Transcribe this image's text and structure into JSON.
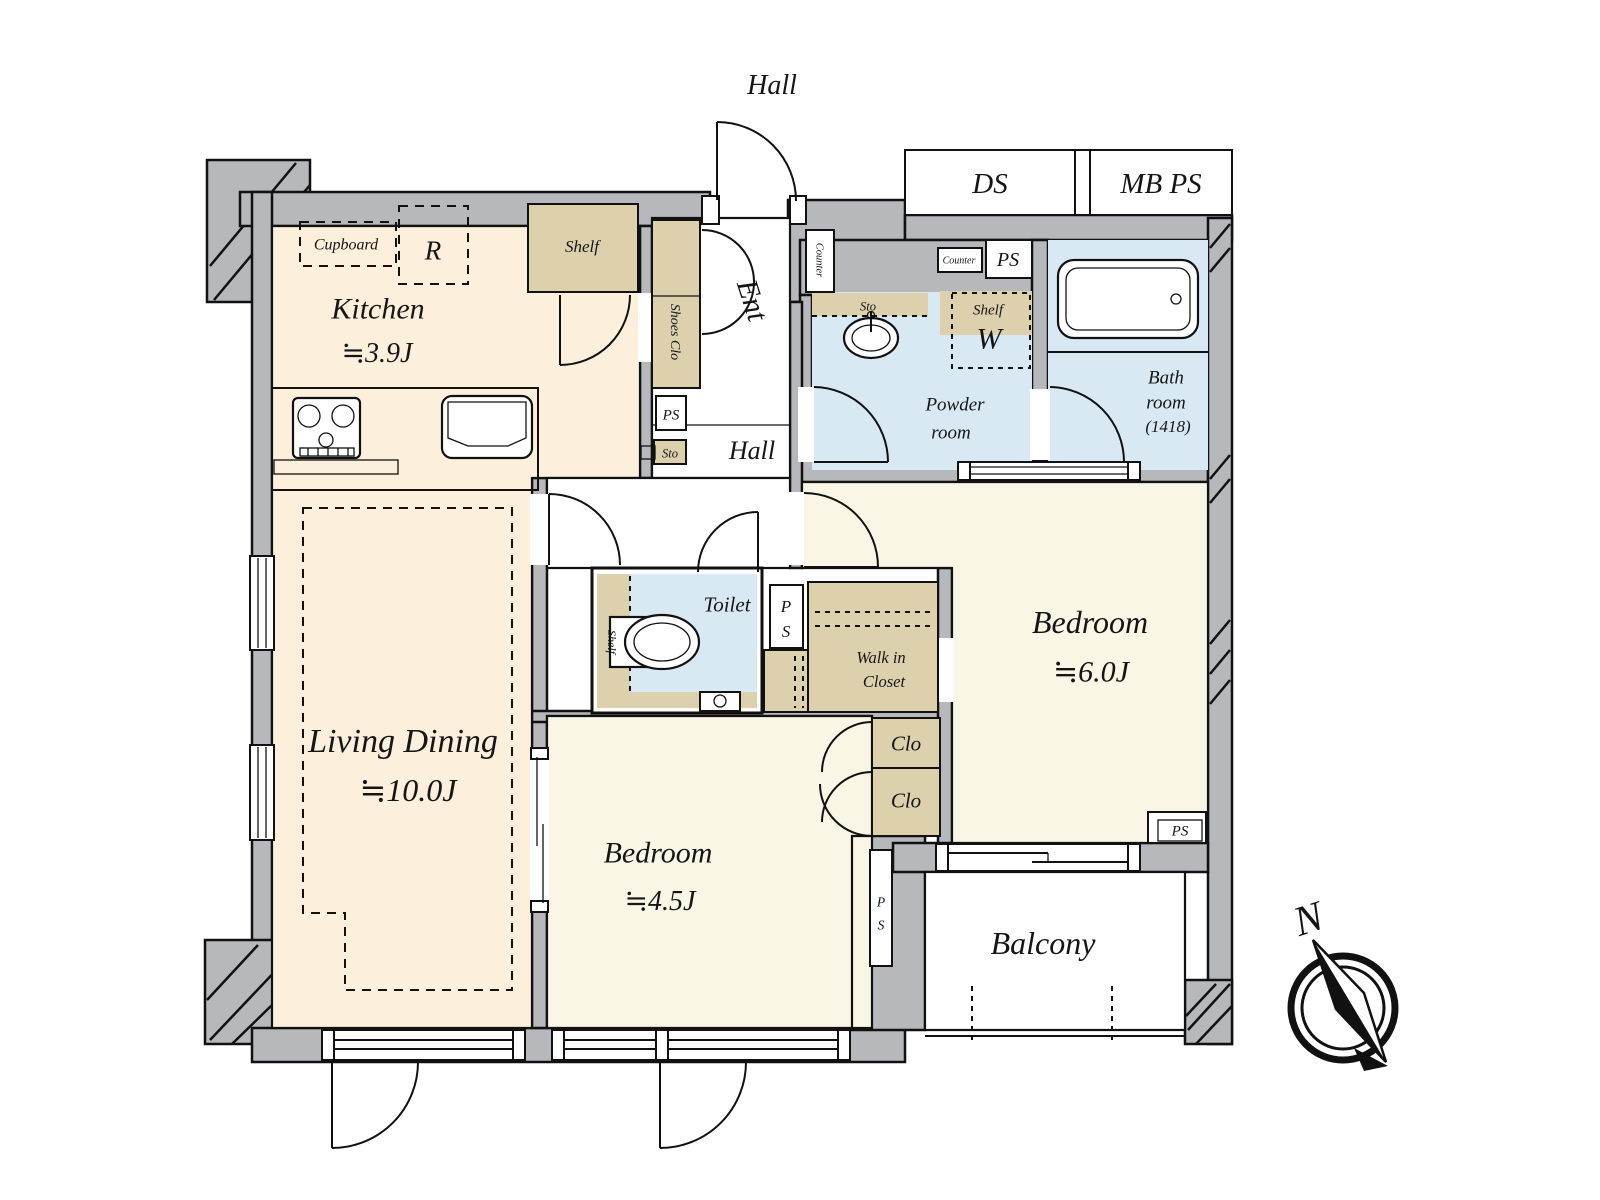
{
  "plan_type": "apartment-floor-plan",
  "colors": {
    "wall": "#b7b8bc",
    "floorWarm": "#fcf0dc",
    "floorPale": "#faf6e6",
    "water": "#d9e9f4",
    "storage": "#ddd1ad",
    "line": "#111111"
  },
  "labels": {
    "hall_top": "Hall",
    "hall_center": "Hall",
    "ds": "DS",
    "mb_ps": "MB PS",
    "ps_bath": "PS",
    "counter_bath": "Counter",
    "counter_entrance": "Counter",
    "ent": "Ent",
    "shoes_clo": "Shoes Clo",
    "cupboard": "Cupboard",
    "fridge": "R",
    "shelf_kitchen": "Shelf",
    "ps_kitchen": "PS",
    "sto_kitchen": "Sto",
    "sto_powder": "Sto",
    "shelf_powder": "Shelf",
    "washer": "W",
    "toilet": "Toilet",
    "shelf_toilet": "Shelf",
    "ps_toilet_p": "P",
    "ps_toilet_s": "S",
    "wic_line1": "Walk in",
    "wic_line2": "Closet",
    "clo_upper": "Clo",
    "clo_lower": "Clo",
    "ps_bedroom": "PS",
    "ps_balcony_p": "P",
    "ps_balcony_s": "S",
    "compass_north": "N"
  },
  "rooms": {
    "kitchen": {
      "name": "Kitchen",
      "area": "≒3.9J"
    },
    "living_dining": {
      "name": "Living Dining",
      "area": "≒10.0J"
    },
    "bedroom_main": {
      "name": "Bedroom",
      "area": "≒6.0J"
    },
    "bedroom_second": {
      "name": "Bedroom",
      "area": "≒4.5J"
    },
    "powder_room": {
      "line1": "Powder",
      "line2": "room"
    },
    "bath_room": {
      "line1": "Bath",
      "line2": "room",
      "line3": "(1418)"
    },
    "balcony": {
      "name": "Balcony"
    }
  }
}
